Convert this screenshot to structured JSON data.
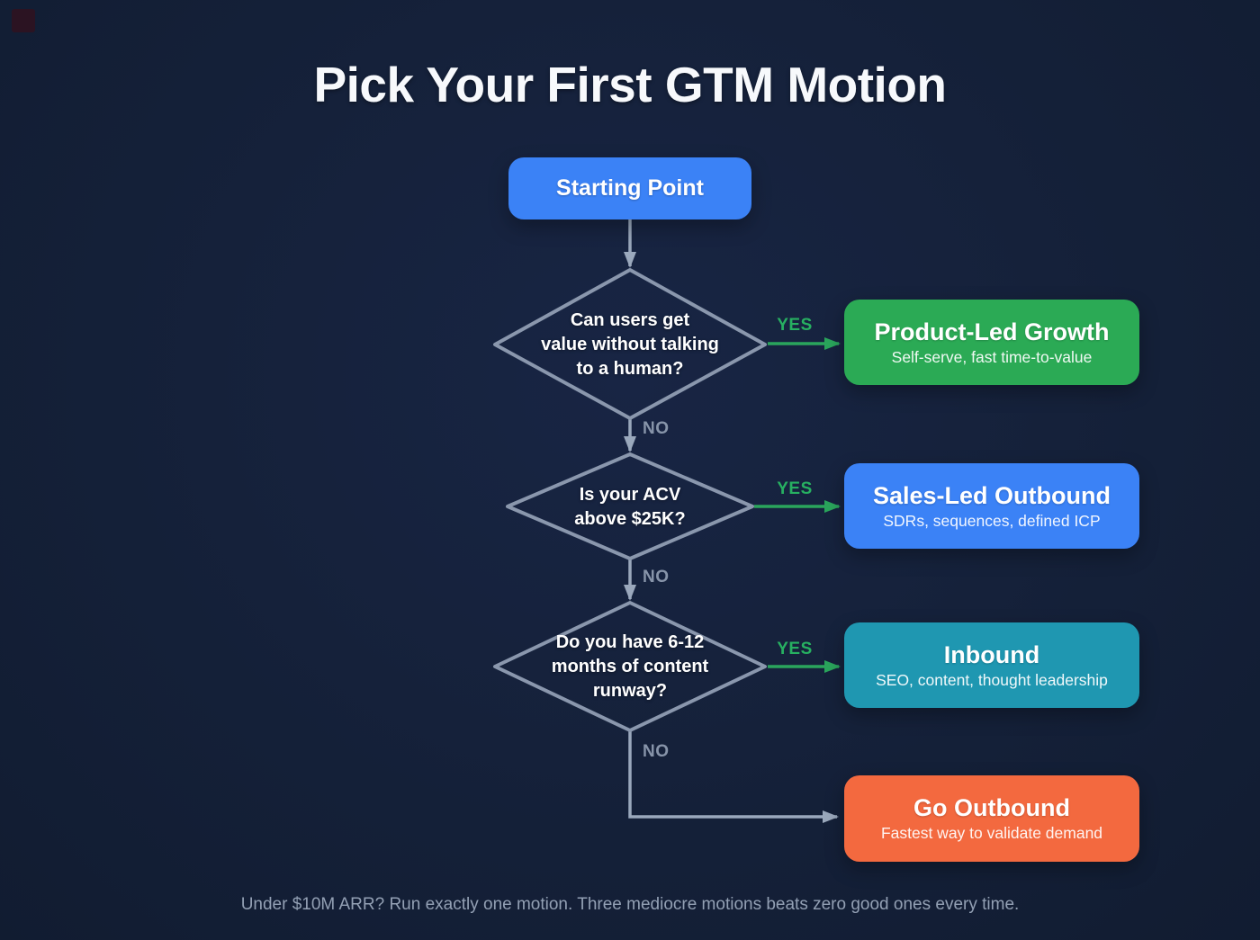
{
  "title": "Pick Your First GTM Motion",
  "footer": "Under $10M ARR? Run exactly one motion. Three mediocre motions beats zero good ones every time.",
  "flowchart": {
    "start_label": "Starting Point",
    "decisions": [
      {
        "question_lines": [
          "Can users get",
          "value without talking",
          "to a human?"
        ],
        "yes_label": "YES",
        "no_label": "NO"
      },
      {
        "question_lines": [
          "Is your ACV",
          "above $25K?"
        ],
        "yes_label": "YES",
        "no_label": "NO"
      },
      {
        "question_lines": [
          "Do you have 6-12",
          "months of content",
          "runway?"
        ],
        "yes_label": "YES",
        "no_label": "NO"
      }
    ],
    "outcomes": [
      {
        "title": "Product-Led Growth",
        "subtitle": "Self-serve, fast time-to-value",
        "color": "#2baa55"
      },
      {
        "title": "Sales-Led Outbound",
        "subtitle": "SDRs, sequences, defined ICP",
        "color": "#3b82f6"
      },
      {
        "title": "Inbound",
        "subtitle": "SEO, content, thought leadership",
        "color": "#1f97b1"
      },
      {
        "title": "Go Outbound",
        "subtitle": "Fastest way to validate demand",
        "color": "#f3693f"
      }
    ]
  },
  "colors": {
    "background": "#15213a",
    "start_box": "#3b82f6",
    "connector": "#9aa8bc",
    "diamond_border": "#8a97ad",
    "yes_accent": "#27a75c",
    "text_muted": "#93a0b4"
  }
}
